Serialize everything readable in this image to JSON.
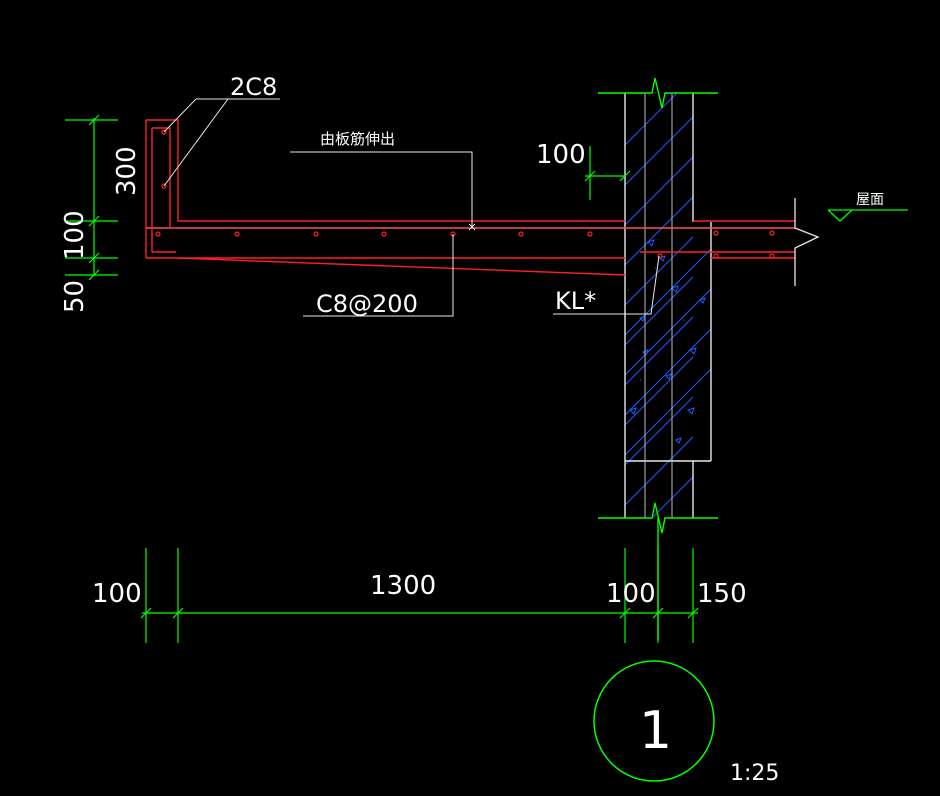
{
  "annotations": {
    "rebar_top": "2C8",
    "slab_note": "由板筋伸出",
    "rebar_dist": "C8@200",
    "beam_label": "KL*",
    "roof_label": "屋面"
  },
  "dimensions": {
    "wall_offset": "100",
    "vertical": [
      "300",
      "100",
      "50"
    ],
    "horizontal": [
      "100",
      "1300",
      "100",
      "150"
    ]
  },
  "detail": {
    "number": "1",
    "scale": "1:25"
  },
  "colors": {
    "background": "#000000",
    "dimension_lines": "#00ff00",
    "outline": "#ff2020",
    "rebar": "#ff2020",
    "hatch": "#1e5cff",
    "wall_edge": "#ffffff",
    "text": "#ffffff"
  }
}
